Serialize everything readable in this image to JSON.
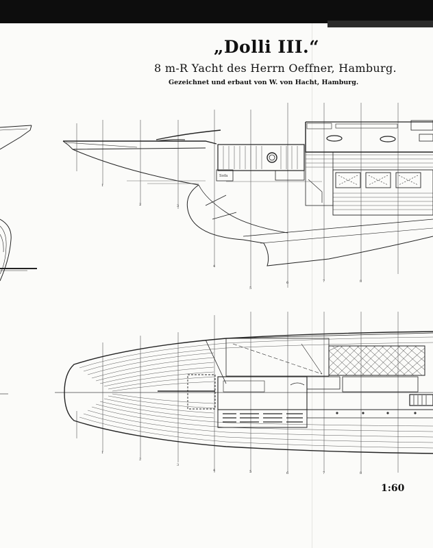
{
  "plan": {
    "title": "„Dolli III.“",
    "subtitle": "8 m-R Yacht des Herrn Oeffner, Hamburg.",
    "credit": "Gezeichnet und erbaut von W. von Hacht, Hamburg.",
    "scale": "1:60",
    "cabin_label": "Sofa"
  },
  "station_numbers": [
    "1",
    "2",
    "3",
    "4",
    "5",
    "6",
    "7",
    "8"
  ]
}
